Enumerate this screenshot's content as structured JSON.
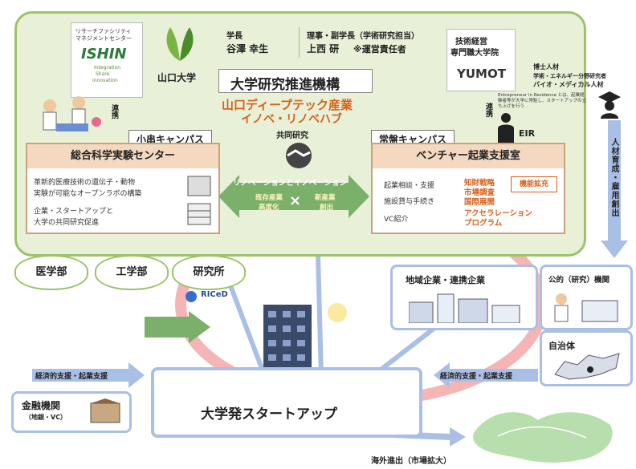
{
  "ricef_card": {
    "title_line1": "リサーチファシリティ",
    "title_line2": "マネジメントセンター",
    "logo": "ISHIN",
    "sub1": "Integration",
    "sub2": "Share",
    "sub3": "Innovation"
  },
  "university": {
    "logo_text": "山口大学"
  },
  "president": {
    "role": "学長",
    "name": "谷澤 幸生"
  },
  "vice": {
    "role": "理事・副学長（学術研究担当）",
    "name": "上西 研",
    "note": "※運営責任者"
  },
  "mot": {
    "line1": "技術経営",
    "line2": "専門職大学院",
    "logo": "YUMOT"
  },
  "hr_top": {
    "line1": "博士人材",
    "line2": "学術・エネルギー分野研究者",
    "line3": "バイオ・メディカル人材"
  },
  "org": {
    "title": "大学研究推進機構",
    "sub1": "山口ディープテック産業",
    "sub2": "イノベ・リノベハブ"
  },
  "renkei_left": "連携",
  "renkei_right": "連携",
  "eir_desc": "Entrepreneur in Residence とは、起業経験者等が大学に常駐し、スタートアップの立ち上げを行う",
  "eir": "EIR",
  "joint_research": "共同研究",
  "campus_left": "小串キャンパス",
  "campus_right": "常盤キャンパス",
  "lab": {
    "title": "総合科学実験センター",
    "desc1": "革新的医療技術の遺伝子・動物",
    "desc2": "実験が可能なオープンラボの構築",
    "desc3": "企業・スタートアップと",
    "desc4": "大学の共同研究促進"
  },
  "venture": {
    "title": "ベンチャー起業支援室",
    "items": [
      "起業相談・支援",
      "施設貸与手続き",
      "VC紹介"
    ],
    "orange": [
      "知財戦略",
      "市場調査",
      "国際展開",
      "アクセラレーション",
      "プログラム"
    ],
    "badge": "機能拡充"
  },
  "center": {
    "title": "リノベーションとイノベーション",
    "left1": "既存産業",
    "left2": "高度化",
    "right1": "新産業",
    "right2": "創出",
    "cross": "×"
  },
  "faculties": [
    "医学部",
    "工学部",
    "研究所"
  ],
  "riced": "RICeD",
  "hr_side": "人材育成・雇用創出",
  "local": {
    "title": "地域企業・連携企業"
  },
  "public": {
    "title": "公的（研究）機関"
  },
  "municipal": {
    "title": "自治体"
  },
  "support_left": "経済的支援・起業支援",
  "support_right": "経済的支援・起業支援",
  "finance": {
    "title": "金融機関",
    "sub": "（地銀・VC）"
  },
  "startup": "大学発スタートアップ",
  "overseas": "海外進出（市場拡大）"
}
